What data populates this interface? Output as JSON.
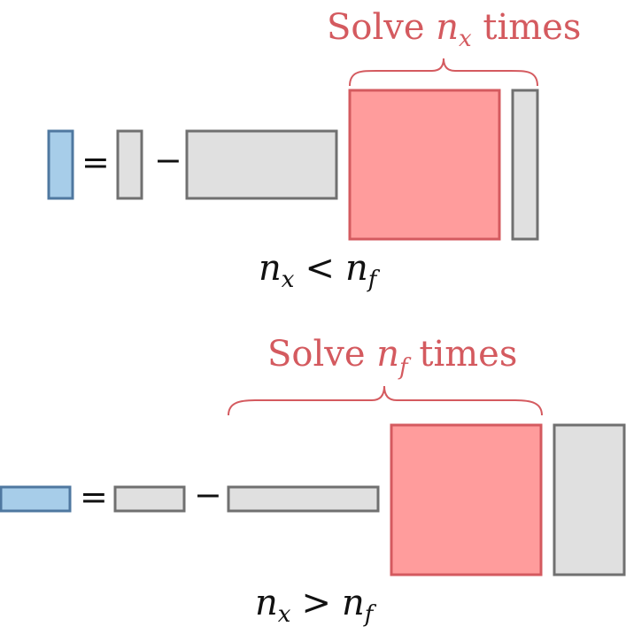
{
  "top": {
    "brace_label": {
      "prefix": "Solve ",
      "var": "n",
      "sub": "x",
      "suffix": " times"
    },
    "equals": "=",
    "minus": "−",
    "condition": {
      "lhs_var": "n",
      "lhs_sub": "x",
      "op": "<",
      "rhs_var": "n",
      "rhs_sub": "f"
    }
  },
  "bottom": {
    "brace_label": {
      "prefix": "Solve ",
      "var": "n",
      "sub": "f",
      "suffix": " times"
    },
    "equals": "=",
    "minus": "−",
    "condition": {
      "lhs_var": "n",
      "lhs_sub": "x",
      "op": ">",
      "rhs_var": "n",
      "rhs_sub": "f"
    }
  },
  "colors": {
    "result_fill": "#a7cde9",
    "operand_fill": "#e0e0e0",
    "solve_fill": "#ff9c9c",
    "accent": "#d45a5f"
  }
}
